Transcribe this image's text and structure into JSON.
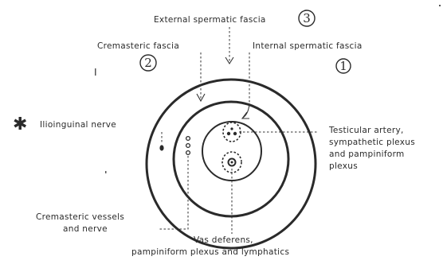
{
  "labels": {
    "external_spermatic_fascia": "External spermatic fascia",
    "external_number": "3",
    "cremasteric_fascia": "Cremasteric fascia",
    "cremasteric_number": "2",
    "internal_spermatic_fascia": "Internal spermatic fascia",
    "internal_number": "1",
    "ilioinguinal_marker": "✱",
    "ilioinguinal_nerve": "Ilioinguinal nerve",
    "testicular_artery_line1": "Testicular artery,",
    "testicular_artery_line2": "sympathetic plexus",
    "testicular_artery_line3": "and pampiniform",
    "testicular_artery_line4": "plexus",
    "cremasteric_vessels_line1": "Cremasteric vessels",
    "cremasteric_vessels_line2": "and nerve",
    "vas_deferens_line1": "Vas deferens,",
    "vas_deferens_line2": "pampiniform plexus and lymphatics"
  },
  "colors": {
    "ink": "#2a2a2a",
    "background": "#ffffff"
  }
}
